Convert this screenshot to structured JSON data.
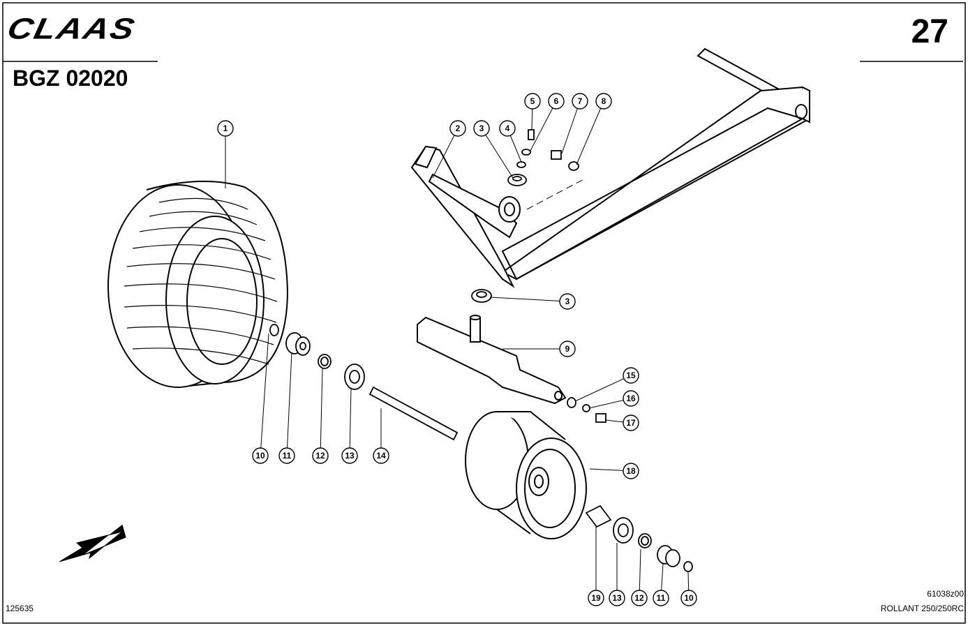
{
  "header": {
    "brand": "CLAAS",
    "doc_code": "BGZ 02020",
    "page_number": "27"
  },
  "footer": {
    "figure_number": "125635",
    "drawing_number": "61038z00",
    "model": "ROLLANT 250/250RC"
  },
  "callouts": [
    {
      "id": "c1",
      "label": "1"
    },
    {
      "id": "c2",
      "label": "2"
    },
    {
      "id": "c3a",
      "label": "3"
    },
    {
      "id": "c4",
      "label": "4"
    },
    {
      "id": "c5",
      "label": "5"
    },
    {
      "id": "c6",
      "label": "6"
    },
    {
      "id": "c7",
      "label": "7"
    },
    {
      "id": "c8",
      "label": "8"
    },
    {
      "id": "c3b",
      "label": "3"
    },
    {
      "id": "c9",
      "label": "9"
    },
    {
      "id": "c15",
      "label": "15"
    },
    {
      "id": "c16",
      "label": "16"
    },
    {
      "id": "c17",
      "label": "17"
    },
    {
      "id": "c18",
      "label": "18"
    },
    {
      "id": "c10a",
      "label": "10"
    },
    {
      "id": "c11a",
      "label": "11"
    },
    {
      "id": "c12a",
      "label": "12"
    },
    {
      "id": "c13a",
      "label": "13"
    },
    {
      "id": "c14",
      "label": "14"
    },
    {
      "id": "c19",
      "label": "19"
    },
    {
      "id": "c13b",
      "label": "13"
    },
    {
      "id": "c12b",
      "label": "12"
    },
    {
      "id": "c11b",
      "label": "11"
    },
    {
      "id": "c10b",
      "label": "10"
    }
  ]
}
